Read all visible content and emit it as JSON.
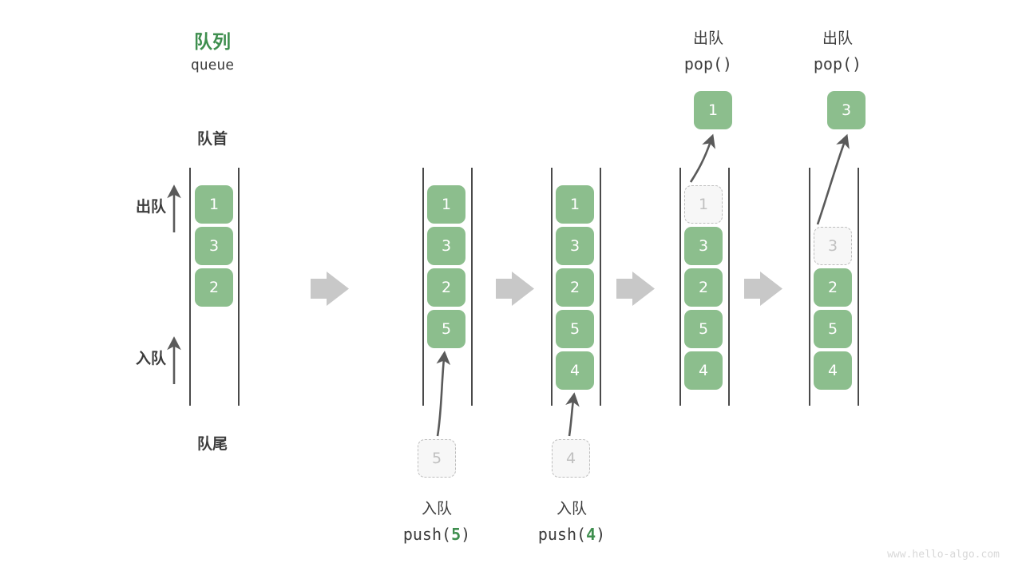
{
  "diagram": {
    "title_cn": "队列",
    "title_en": "queue",
    "front_label": "队首",
    "rear_label": "队尾",
    "dequeue_label": "出队",
    "enqueue_label": "入队",
    "accent_color": "#3e8e4e",
    "element_color": "#8cbe8d",
    "ghost_color": "#f7f7f7",
    "arrow_color": "#c8c8c8",
    "watermark": "www.hello-algo.com"
  },
  "columns": [
    {
      "id": "initial",
      "cells": [
        {
          "value": "1",
          "state": "filled"
        },
        {
          "value": "3",
          "state": "filled"
        },
        {
          "value": "2",
          "state": "filled"
        }
      ]
    },
    {
      "id": "push-5",
      "cells": [
        {
          "value": "1",
          "state": "filled"
        },
        {
          "value": "3",
          "state": "filled"
        },
        {
          "value": "2",
          "state": "filled"
        },
        {
          "value": "5",
          "state": "filled"
        }
      ],
      "incoming": {
        "value": "5"
      },
      "caption_cn": "入队",
      "caption_code_prefix": "push(",
      "caption_code_value": "5",
      "caption_code_suffix": ")"
    },
    {
      "id": "push-4",
      "cells": [
        {
          "value": "1",
          "state": "filled"
        },
        {
          "value": "3",
          "state": "filled"
        },
        {
          "value": "2",
          "state": "filled"
        },
        {
          "value": "5",
          "state": "filled"
        },
        {
          "value": "4",
          "state": "filled"
        }
      ],
      "incoming": {
        "value": "4"
      },
      "caption_cn": "入队",
      "caption_code_prefix": "push(",
      "caption_code_value": "4",
      "caption_code_suffix": ")"
    },
    {
      "id": "pop-1",
      "cells": [
        {
          "value": "1",
          "state": "ghost"
        },
        {
          "value": "3",
          "state": "filled"
        },
        {
          "value": "2",
          "state": "filled"
        },
        {
          "value": "5",
          "state": "filled"
        },
        {
          "value": "4",
          "state": "filled"
        }
      ],
      "outgoing": {
        "value": "1"
      },
      "header_cn": "出队",
      "header_code": "pop()"
    },
    {
      "id": "pop-3",
      "cells": [
        {
          "value": "",
          "state": "empty"
        },
        {
          "value": "3",
          "state": "ghost"
        },
        {
          "value": "2",
          "state": "filled"
        },
        {
          "value": "5",
          "state": "filled"
        },
        {
          "value": "4",
          "state": "filled"
        }
      ],
      "outgoing": {
        "value": "3"
      },
      "header_cn": "出队",
      "header_code": "pop()"
    }
  ]
}
